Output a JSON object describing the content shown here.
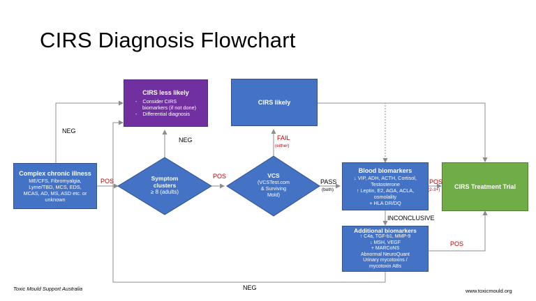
{
  "title": "CIRS Diagnosis Flowchart",
  "nodes": {
    "complex": {
      "head": "Complex chronic illness",
      "lines": [
        "ME/CFS, Fibromyalgia,",
        "Lyme/TBD, MCS, EDS,",
        "MCAS, AD, MS, ASD etc. or",
        "unknown"
      ]
    },
    "less_likely": {
      "head": "CIRS less likely",
      "lines": [
        "-    Consider CIRS",
        "     biomarkers (if not done)",
        "-    Differential diagnosis"
      ]
    },
    "cirs_likely": {
      "head": "CIRS likely"
    },
    "symptom": {
      "head": "Symptom",
      "head2": "clusters",
      "line": "≥ 8 (adults)"
    },
    "vcs": {
      "head": "VCS",
      "lines": [
        "(VCSTest.com",
        "& Surviving",
        "Mold)"
      ]
    },
    "blood": {
      "head": "Blood biomarkers",
      "lines": [
        "↓ VIP, ADH, ACTH, Cortisol,",
        "Testosterone",
        "↑ Leptin, E2, AGA, ACLA,",
        "osmolality",
        "+ HLA DR/DQ"
      ]
    },
    "treatment": {
      "head": "CIRS Treatment Trial"
    },
    "additional": {
      "head": "Additional biomarkers",
      "lines": [
        "↑ C4a, TGF-b1, MMP-9",
        "↓ MSH, VEGF",
        "+ MARCoNS",
        "Abnormal NeuroQuant",
        "Urinary mycotoxins /",
        "mycotoxin ABs"
      ]
    }
  },
  "edge_labels": {
    "neg_top": "NEG",
    "pos_1": "POS",
    "neg_symptom": "NEG",
    "pos_2": "POS",
    "fail": "FAIL",
    "fail_sub": "(either)",
    "pass": "PASS",
    "pass_sub": "(both)",
    "pos_3": "POS",
    "pos_3_sub": "(2-3+)",
    "inconclusive": "INCONCLUSIVE",
    "pos_4": "POS",
    "neg_bottom": "NEG"
  },
  "footer": {
    "left": "Toxic Mould Support Australia",
    "right": "www.toxicmould.org"
  },
  "colors": {
    "blue": "#4472c4",
    "purple": "#7030a0",
    "green": "#70ad47",
    "red": "#c00000",
    "arrow": "#8c8c8c"
  }
}
